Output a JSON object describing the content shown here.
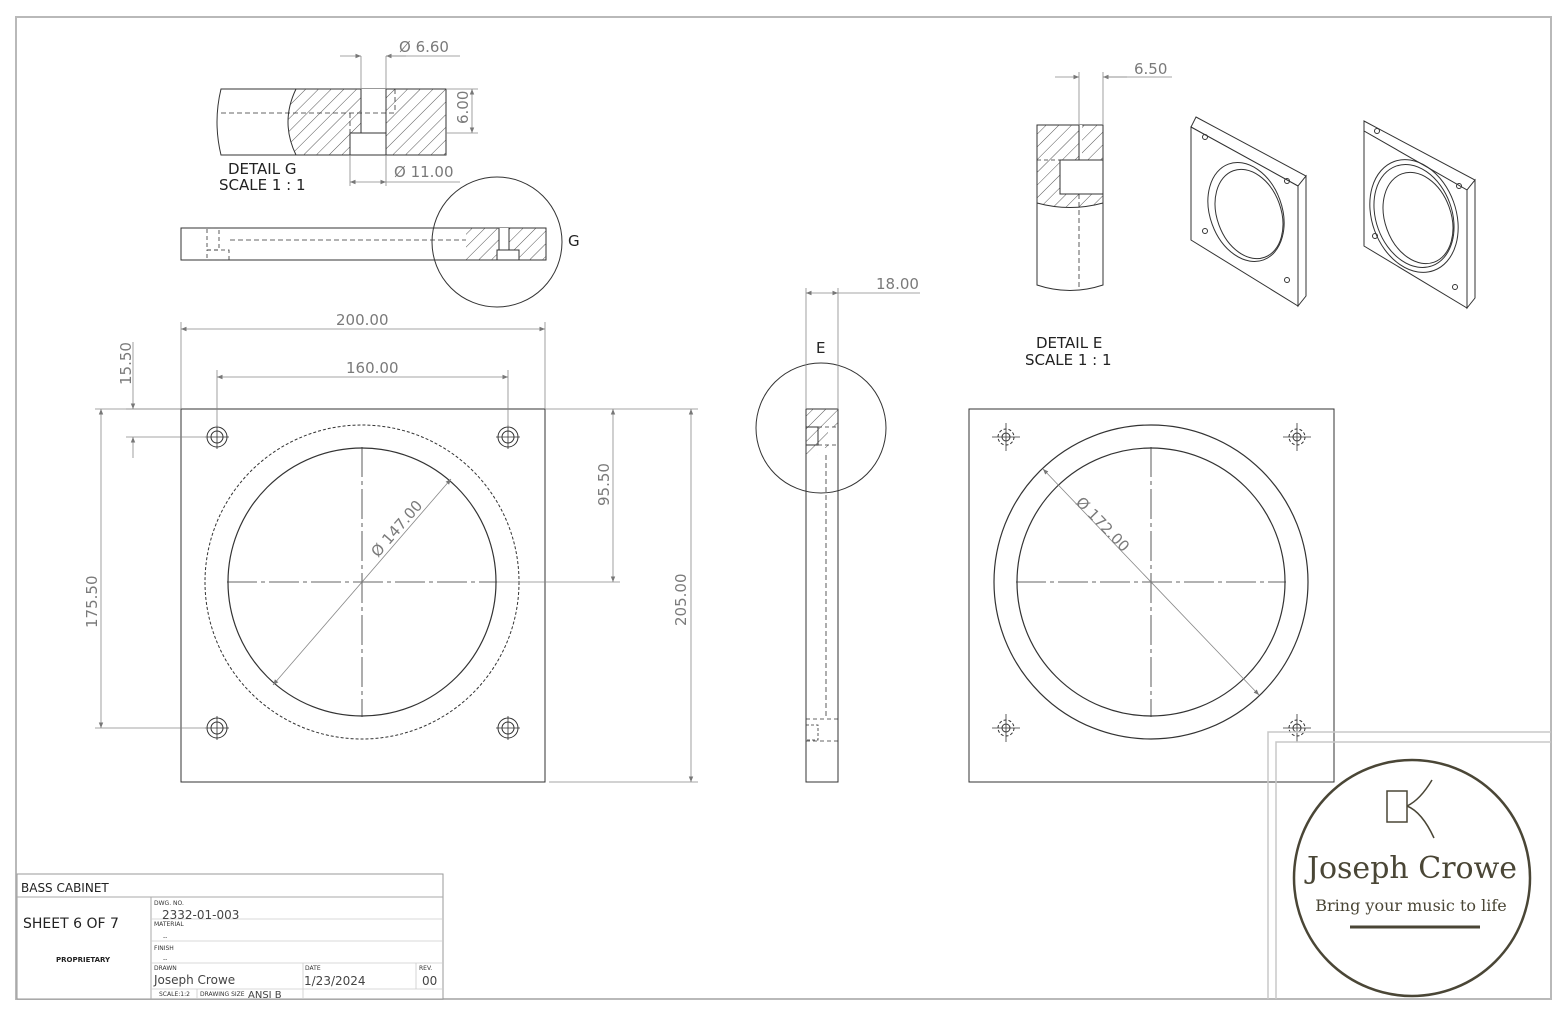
{
  "dimensions": {
    "d_6_60": "Ø 6.60",
    "d_6_00": "6.00",
    "d_11_00": "Ø 11.00",
    "d_200": "200.00",
    "d_160": "160.00",
    "d_15_50": "15.50",
    "d_175_50": "175.50",
    "d_95_50": "95.50",
    "d_205": "205.00",
    "d_147": "Ø 147.00",
    "d_18": "18.00",
    "d_6_50": "6.50",
    "d_172": "Ø 172.00"
  },
  "details": {
    "g_title": "DETAIL G",
    "g_scale": "SCALE 1 : 1",
    "g_callout": "G",
    "e_title": "DETAIL E",
    "e_scale": "SCALE 1 : 1",
    "e_callout": "E"
  },
  "title_block": {
    "title": "BASS CABINET",
    "sheet": "SHEET 6 OF 7",
    "proprietary": "PROPRIETARY",
    "dwg_no_label": "DWG. NO.",
    "dwg_no": "2332-01-003",
    "material_label": "MATERIAL",
    "material": "--",
    "finish_label": "FINISH",
    "finish": "--",
    "drawn_label": "DRAWN",
    "drawn": "Joseph Crowe",
    "date_label": "DATE",
    "date": "1/23/2024",
    "rev_label": "REV.",
    "rev": "00",
    "scale": "SCALE:1:2",
    "size_label": "DRAWING SIZE",
    "size": "ANSI B"
  },
  "logo": {
    "name": "Joseph Crowe",
    "tagline": "Bring your music to life",
    "color": "#4a4636"
  }
}
